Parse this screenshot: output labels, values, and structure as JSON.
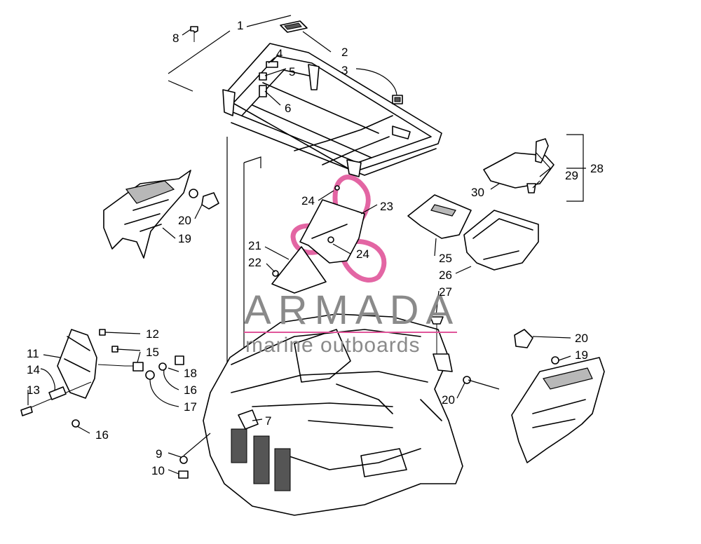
{
  "diagram": {
    "callouts": [
      "1",
      "2",
      "3",
      "4",
      "5",
      "6",
      "7",
      "8",
      "9",
      "10",
      "11",
      "12",
      "13",
      "14",
      "15",
      "16",
      "16",
      "17",
      "18",
      "19",
      "19",
      "20",
      "20",
      "20",
      "21",
      "22",
      "23",
      "24",
      "24",
      "25",
      "26",
      "27",
      "28",
      "29",
      "30"
    ]
  },
  "watermark": {
    "brand": "ARMADA",
    "tagline": "marine outboards",
    "accent_color": "#e0559a"
  }
}
